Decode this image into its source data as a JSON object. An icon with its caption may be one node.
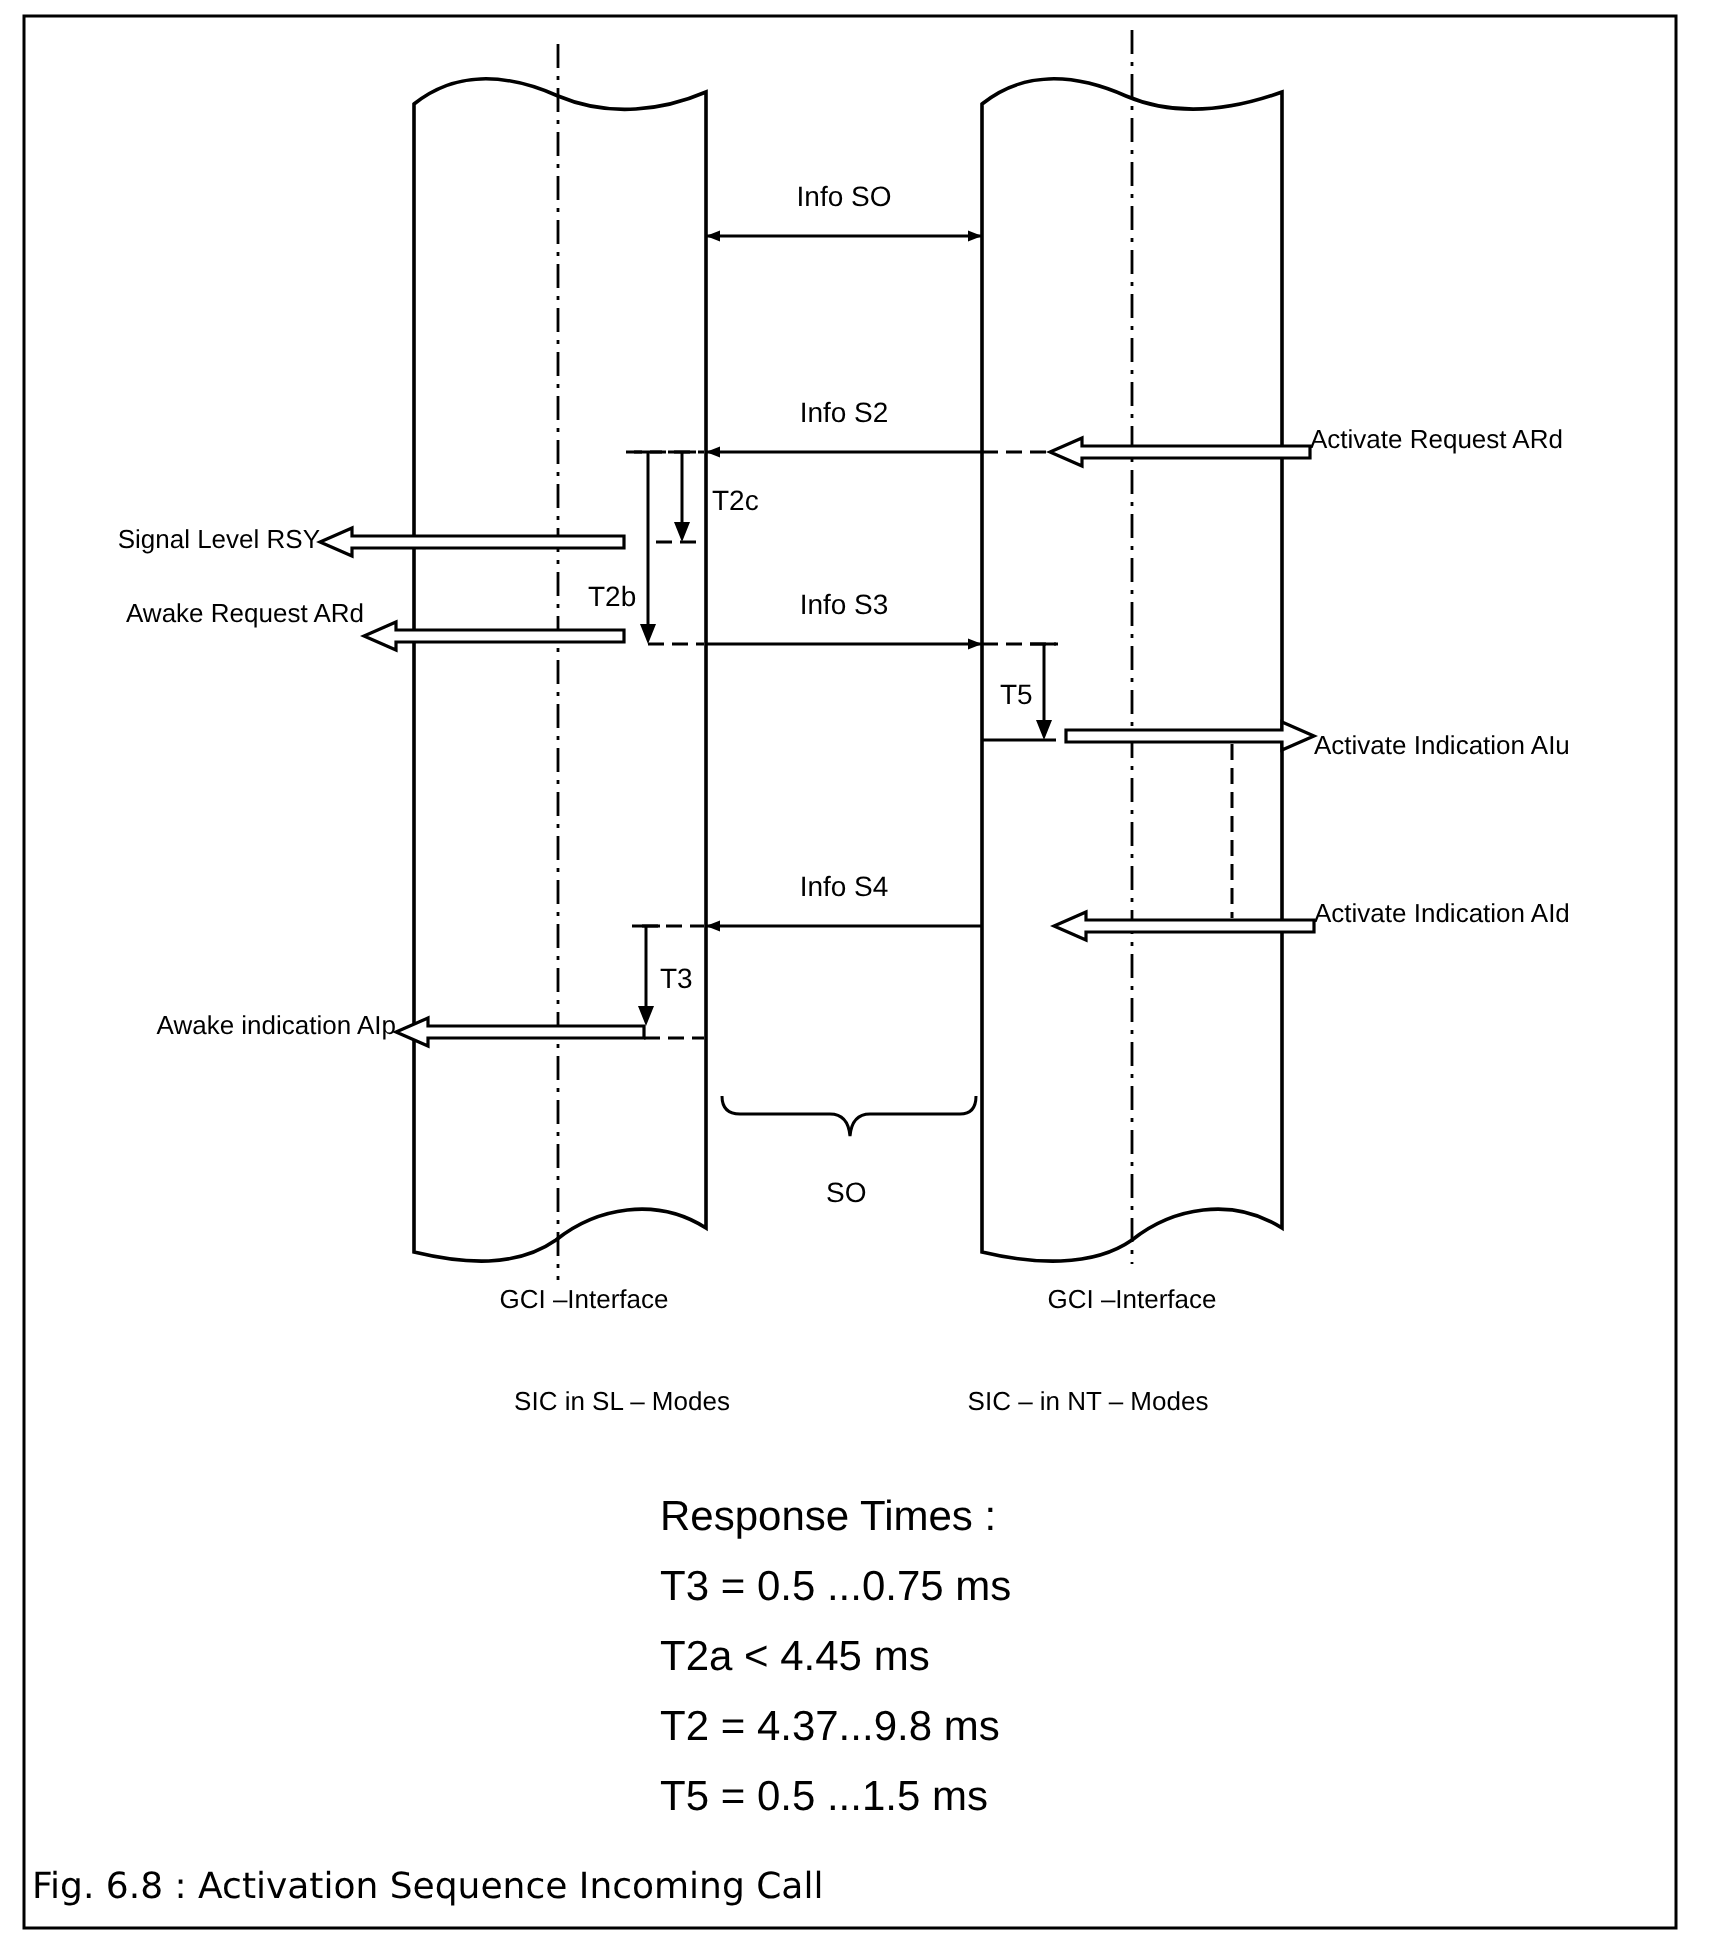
{
  "diagram": {
    "caption": "Fig. 6.8 : Activation Sequence Incoming Call",
    "nodes": [
      {
        "text": [],
        "shape": "box",
        "beside": [
          "GCI –Interface",
          "SIC in SL – Modes"
        ]
      },
      {
        "text": [],
        "shape": "box",
        "beside": [
          "GCI –Interface",
          "SIC – in NT – Modes"
        ]
      },
      {
        "text": [
          "Activate Request ARd"
        ]
      },
      {
        "text": [
          "Signal Level RSY"
        ]
      },
      {
        "text": [
          "Awake Request ARd"
        ]
      },
      {
        "text": [
          "Activate Indication AIu"
        ]
      },
      {
        "text": [
          "Activate Indication AId"
        ]
      },
      {
        "text": [
          "Awake indication AIp"
        ]
      }
    ],
    "edges": [
      {
        "from": 0,
        "to": 1,
        "arrow": "both",
        "label": "Info SO"
      },
      {
        "from": 1,
        "to": 0,
        "arrow": "to",
        "label": "Info S2"
      },
      {
        "from": 0,
        "to": 1,
        "arrow": "to",
        "label": "Info S3"
      },
      {
        "from": 1,
        "to": 0,
        "arrow": "to",
        "label": "Info S4"
      },
      {
        "from": 2,
        "to": 1,
        "arrow": "to",
        "style": "thick"
      },
      {
        "from": 0,
        "to": 3,
        "arrow": "to",
        "style": "thick"
      },
      {
        "from": 0,
        "to": 4,
        "arrow": "to",
        "style": "thick"
      },
      {
        "from": 1,
        "to": 5,
        "arrow": "to",
        "style": "thick"
      },
      {
        "from": 6,
        "to": 1,
        "arrow": "to",
        "style": "thick"
      },
      {
        "from": 0,
        "to": 7,
        "arrow": "to",
        "style": "thick"
      }
    ],
    "labels": [
      "T2c",
      "T2b",
      "T5",
      "T3",
      "SO",
      "Response Times :",
      "T3 = 0.5 ...0.75 ms",
      "T2a < 4.45 ms",
      "T2 = 4.37...9.8 ms",
      "T5 = 0.5 ...1.5 ms"
    ]
  }
}
